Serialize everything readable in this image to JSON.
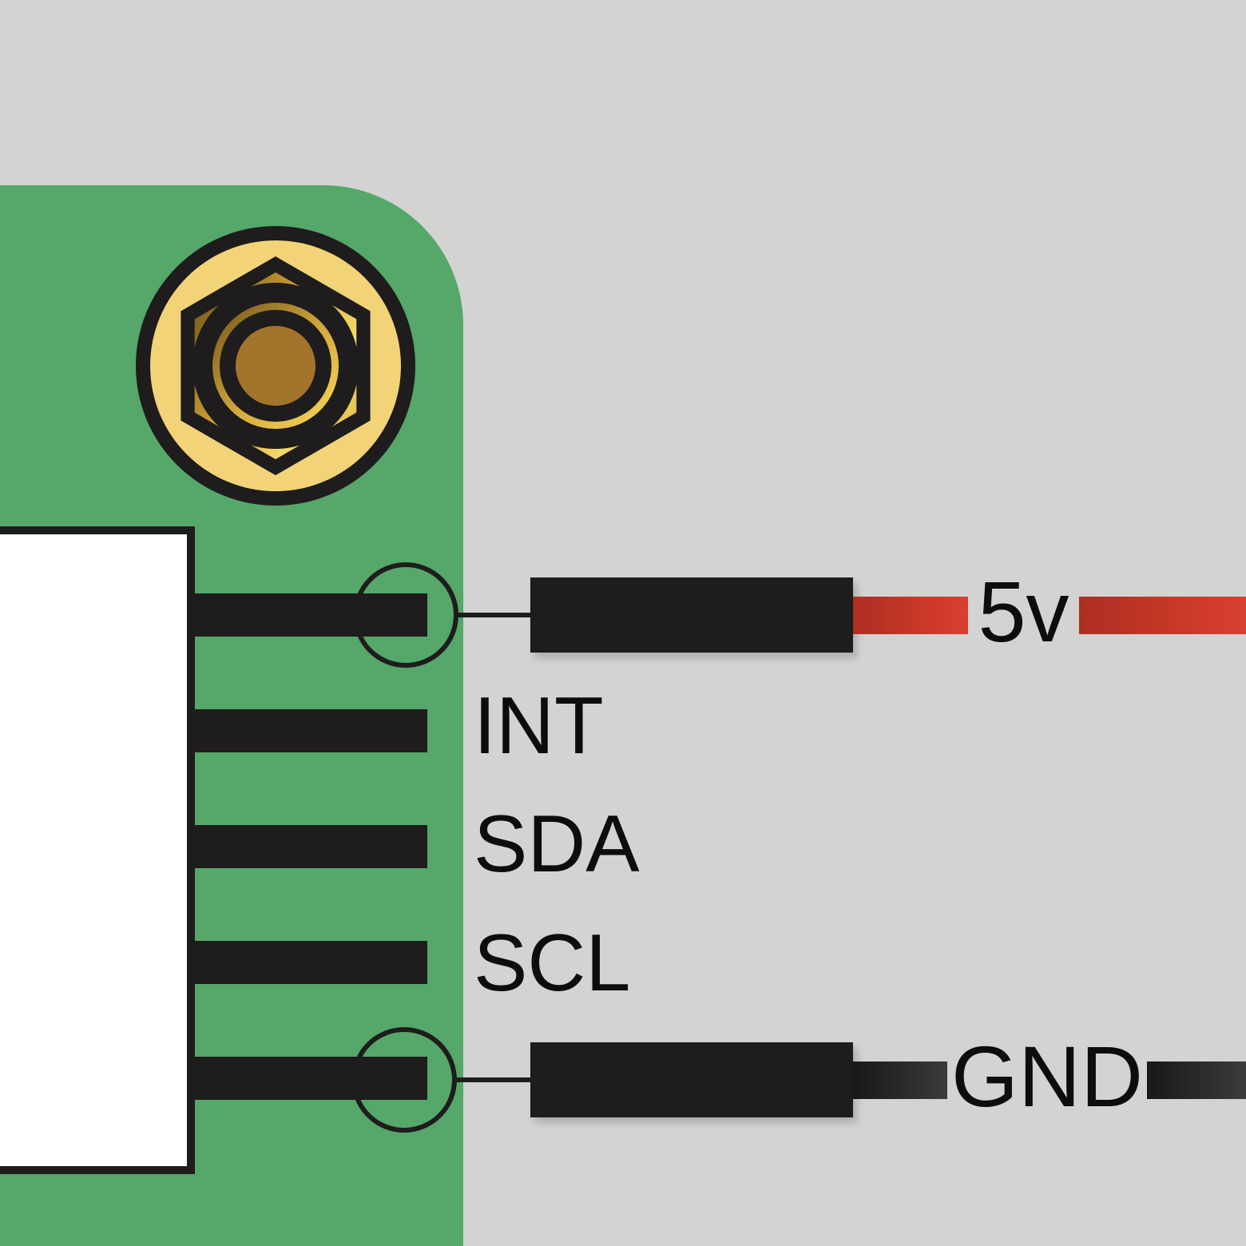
{
  "diagram": {
    "kind": "pcb-wiring-pinout",
    "pins": [
      {
        "label": "5v",
        "wire": "red",
        "wire_color": "#d8402e",
        "circled": true
      },
      {
        "label": "INT",
        "wire": null,
        "wire_color": null,
        "circled": false
      },
      {
        "label": "SDA",
        "wire": null,
        "wire_color": null,
        "circled": false
      },
      {
        "label": "SCL",
        "wire": null,
        "wire_color": null,
        "circled": false
      },
      {
        "label": "GND",
        "wire": "black",
        "wire_color": "#1e1c1c",
        "circled": true
      }
    ],
    "colors": {
      "background_gray": "#d3d3d2",
      "board_green": "#55a76a",
      "black": "#1e1c1c",
      "wire_red_dark": "#ac2f22",
      "wire_red_bright": "#d8402e",
      "gold_light": "#f2d377",
      "gold_dark": "#6e5418",
      "gold_mid": "#c99d35",
      "gold_bright": "#f6d967",
      "copper": "#a3742c",
      "connector_white": "#ffffff"
    }
  }
}
